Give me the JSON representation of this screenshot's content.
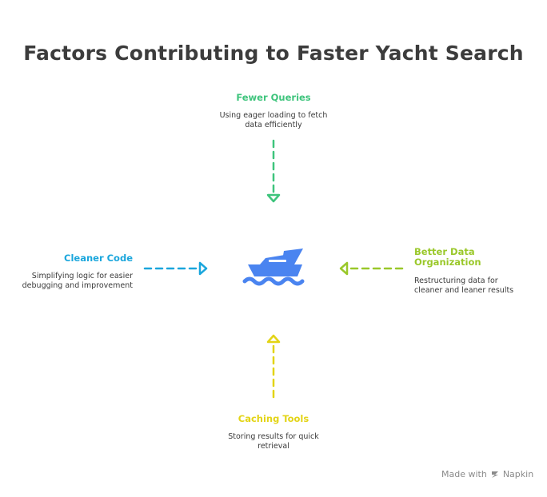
{
  "title": "Factors Contributing to Faster Yacht Search",
  "colors": {
    "top": "#3ec47c",
    "left": "#1aa6dc",
    "right": "#9ac82a",
    "bottom": "#e3d416",
    "center": "#4a84f0",
    "text": "#3a3a3a"
  },
  "nodes": {
    "top": {
      "title": "Fewer Queries",
      "desc_line1": "Using eager loading to fetch",
      "desc_line2": "data efficiently"
    },
    "left": {
      "title": "Cleaner Code",
      "desc_line1": "Simplifying logic for easier",
      "desc_line2": "debugging and improvement"
    },
    "right": {
      "title_line1": "Better Data",
      "title_line2": "Organization",
      "desc_line1": "Restructuring data for",
      "desc_line2": "cleaner and leaner results"
    },
    "bottom": {
      "title": "Caching Tools",
      "desc_line1": "Storing results for quick",
      "desc_line2": "retrieval"
    }
  },
  "center_icon": "yacht-icon",
  "footer": {
    "made_with": "Made with",
    "brand": "Napkin",
    "icon": "napkin-icon"
  }
}
